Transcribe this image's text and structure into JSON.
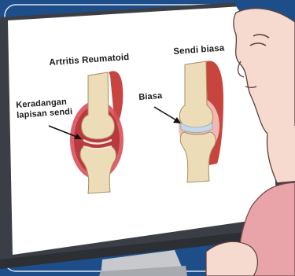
{
  "labels": {
    "ra_title": "Artritis Reumatoid",
    "normal_title": "Sendi biasa",
    "inflammation_line1": "Keradangan",
    "inflammation_line2": "lapisan sendi",
    "normal_label": "Biasa"
  },
  "colors": {
    "frame_blue": "#1e4e8a",
    "screen_white": "#ffffff",
    "bone": "#ecdcb8",
    "inflamed_red": "#cf4a4a",
    "synovium_pink": "#f2b7b1",
    "muscle_red": "#c8443f",
    "cartilage_blue": "#c6d8e6",
    "skin": "#f6d9cf",
    "shirt_pink": "#e8a4a9"
  },
  "icons": {
    "pointer_arrow": "arrow-icon"
  }
}
